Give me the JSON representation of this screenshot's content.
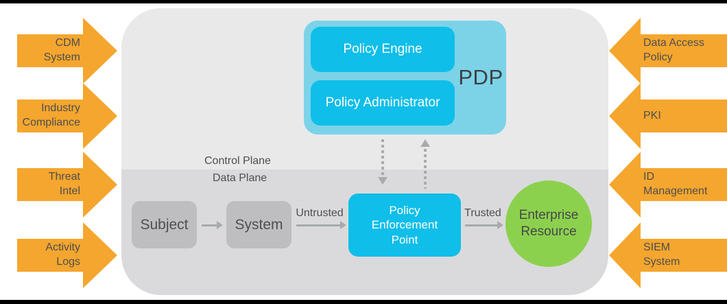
{
  "colors": {
    "orange": "#F5A62E",
    "cyan": "#0FBEE9",
    "lightblue": "#7CD3E8",
    "green": "#8CD14E",
    "panel-light": "#E9E9EA",
    "panel-dark": "#DADADC",
    "boxgray": "#BEBEC0",
    "arrowgray": "#A8AAAD",
    "textdark": "#4D4E50"
  },
  "left_inputs": [
    {
      "label": "CDM\nSystem"
    },
    {
      "label": "Industry\nCompliance"
    },
    {
      "label": "Threat\nIntel"
    },
    {
      "label": "Activity\nLogs"
    }
  ],
  "right_inputs": [
    {
      "label": "Data Access\nPolicy"
    },
    {
      "label": "PKI"
    },
    {
      "label": "ID\nManagement"
    },
    {
      "label": "SIEM\nSystem"
    }
  ],
  "pdp": {
    "label": "PDP",
    "engine": "Policy Engine",
    "administrator": "Policy Administrator"
  },
  "planes": {
    "control": "Control Plane",
    "data": "Data Plane"
  },
  "flow": {
    "subject": "Subject",
    "system": "System",
    "untrusted": "Untrusted",
    "pep": "Policy\nEnforcement\nPoint",
    "trusted": "Trusted",
    "resource": "Enterprise\nResource"
  }
}
